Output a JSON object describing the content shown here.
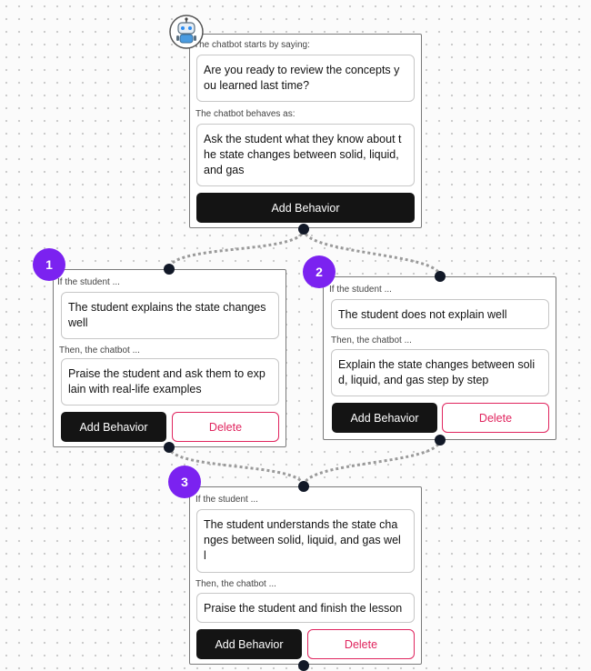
{
  "root": {
    "starts_label": "The chatbot starts by saying:",
    "starts_text": "Are you ready to review the concepts y\nou learned last time?",
    "behaves_label": "The chatbot behaves as:",
    "behaves_text": "Ask the student what they know about t\nhe state changes between solid, liquid,\nand gas",
    "add_label": "Add Behavior"
  },
  "branches": [
    {
      "badge": "1",
      "if_label": "If the student ...",
      "if_text": "The student explains the state changes\nwell",
      "then_label": "Then, the chatbot ...",
      "then_text": "Praise the student and ask them to exp\nlain with real-life examples",
      "add_label": "Add Behavior",
      "delete_label": "Delete"
    },
    {
      "badge": "2",
      "if_label": "If the student ...",
      "if_text": "The student does not explain well",
      "then_label": "Then, the chatbot ...",
      "then_text": "Explain the state changes between soli\nd, liquid, and gas step by step",
      "add_label": "Add Behavior",
      "delete_label": "Delete"
    },
    {
      "badge": "3",
      "if_label": "If the student ...",
      "if_text": "The student understands the state cha\nnges between solid, liquid, and gas wel\nl",
      "then_label": "Then, the chatbot ...",
      "then_text": "Praise the student and finish the lesson",
      "add_label": "Add Behavior",
      "delete_label": "Delete"
    }
  ],
  "colors": {
    "badge": "#7b22f0",
    "delete": "#e0245e",
    "dark_button": "#141414"
  },
  "icons": {
    "avatar": "robot-icon"
  }
}
